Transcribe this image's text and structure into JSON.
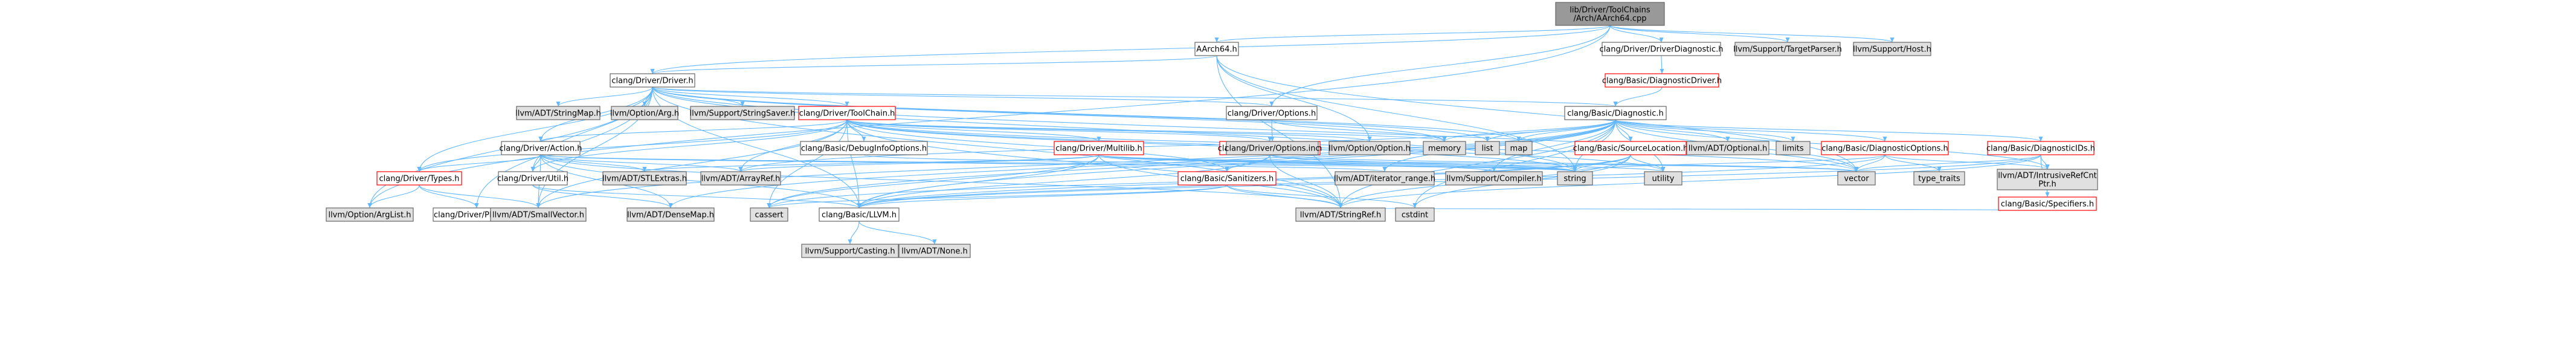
{
  "colors": {
    "root_fill": "#999999",
    "local_fill": "#ffffff",
    "system_fill": "#e0e0e0",
    "node_border": "#666666",
    "node_text": "#000000",
    "edge": "#63b8ff",
    "truncated_border": "#ff0000"
  },
  "nodes": [
    {
      "id": "root",
      "label": [
        "lib/Driver/ToolChains",
        "/Arch/AArch64.cpp"
      ],
      "kind": "root"
    },
    {
      "id": "aarch64_h",
      "label": [
        "AArch64.h"
      ],
      "kind": "local"
    },
    {
      "id": "driverdiag",
      "label": [
        "clang/Driver/DriverDiagnostic.h"
      ],
      "kind": "local"
    },
    {
      "id": "targetparser",
      "label": [
        "llvm/Support/TargetParser.h"
      ],
      "kind": "system"
    },
    {
      "id": "host",
      "label": [
        "llvm/Support/Host.h"
      ],
      "kind": "system"
    },
    {
      "id": "driver",
      "label": [
        "clang/Driver/Driver.h"
      ],
      "kind": "local"
    },
    {
      "id": "diagdriver",
      "label": [
        "clang/Basic/DiagnosticDriver.h"
      ],
      "kind": "truncated"
    },
    {
      "id": "stringmap",
      "label": [
        "llvm/ADT/StringMap.h"
      ],
      "kind": "system"
    },
    {
      "id": "arg",
      "label": [
        "llvm/Option/Arg.h"
      ],
      "kind": "system"
    },
    {
      "id": "stringsaver",
      "label": [
        "llvm/Support/StringSaver.h"
      ],
      "kind": "system"
    },
    {
      "id": "toolchain",
      "label": [
        "clang/Driver/ToolChain.h"
      ],
      "kind": "truncated"
    },
    {
      "id": "options",
      "label": [
        "clang/Driver/Options.h"
      ],
      "kind": "local"
    },
    {
      "id": "diagnostic",
      "label": [
        "clang/Basic/Diagnostic.h"
      ],
      "kind": "local"
    },
    {
      "id": "action",
      "label": [
        "clang/Driver/Action.h"
      ],
      "kind": "local"
    },
    {
      "id": "debuginfo",
      "label": [
        "clang/Basic/DebugInfoOptions.h"
      ],
      "kind": "local"
    },
    {
      "id": "multilib",
      "label": [
        "clang/Driver/Multilib.h"
      ],
      "kind": "truncated"
    },
    {
      "id": "langopts",
      "label": [
        "clang/Basic/LangOptions.h"
      ],
      "kind": "truncated"
    },
    {
      "id": "option",
      "label": [
        "llvm/Option/Option.h"
      ],
      "kind": "system"
    },
    {
      "id": "optionsinc",
      "label": [
        "clang/Driver/Options.inc"
      ],
      "kind": "system"
    },
    {
      "id": "memory",
      "label": [
        "memory"
      ],
      "kind": "system"
    },
    {
      "id": "list",
      "label": [
        "list"
      ],
      "kind": "system"
    },
    {
      "id": "map",
      "label": [
        "map"
      ],
      "kind": "system"
    },
    {
      "id": "sourcelocation",
      "label": [
        "clang/Basic/SourceLocation.h"
      ],
      "kind": "truncated"
    },
    {
      "id": "optional",
      "label": [
        "llvm/ADT/Optional.h"
      ],
      "kind": "system"
    },
    {
      "id": "limits",
      "label": [
        "limits"
      ],
      "kind": "system"
    },
    {
      "id": "diagoptions",
      "label": [
        "clang/Basic/DiagnosticOptions.h"
      ],
      "kind": "truncated"
    },
    {
      "id": "diagids",
      "label": [
        "clang/Basic/DiagnosticIDs.h"
      ],
      "kind": "truncated"
    },
    {
      "id": "types",
      "label": [
        "clang/Driver/Types.h"
      ],
      "kind": "truncated"
    },
    {
      "id": "util",
      "label": [
        "clang/Driver/Util.h"
      ],
      "kind": "local"
    },
    {
      "id": "stlextras",
      "label": [
        "llvm/ADT/STLExtras.h"
      ],
      "kind": "system"
    },
    {
      "id": "arrayref",
      "label": [
        "llvm/ADT/ArrayRef.h"
      ],
      "kind": "system"
    },
    {
      "id": "sanitizers",
      "label": [
        "clang/Basic/Sanitizers.h"
      ],
      "kind": "truncated"
    },
    {
      "id": "iterrange",
      "label": [
        "llvm/ADT/iterator_range.h"
      ],
      "kind": "system"
    },
    {
      "id": "compiler",
      "label": [
        "llvm/Support/Compiler.h"
      ],
      "kind": "system"
    },
    {
      "id": "string",
      "label": [
        "string"
      ],
      "kind": "system"
    },
    {
      "id": "utility",
      "label": [
        "utility"
      ],
      "kind": "system"
    },
    {
      "id": "vector",
      "label": [
        "vector"
      ],
      "kind": "system"
    },
    {
      "id": "typetraits",
      "label": [
        "type_traits"
      ],
      "kind": "system"
    },
    {
      "id": "intrusive",
      "label": [
        "llvm/ADT/IntrusiveRefCnt",
        "Ptr.h"
      ],
      "kind": "system"
    },
    {
      "id": "specifiers",
      "label": [
        "clang/Basic/Specifiers.h"
      ],
      "kind": "truncated"
    },
    {
      "id": "arglist",
      "label": [
        "llvm/Option/ArgList.h"
      ],
      "kind": "system"
    },
    {
      "id": "phases",
      "label": [
        "clang/Driver/Phases.h"
      ],
      "kind": "local"
    },
    {
      "id": "smallvector",
      "label": [
        "llvm/ADT/SmallVector.h"
      ],
      "kind": "system"
    },
    {
      "id": "densemap",
      "label": [
        "llvm/ADT/DenseMap.h"
      ],
      "kind": "system"
    },
    {
      "id": "cassert",
      "label": [
        "cassert"
      ],
      "kind": "system"
    },
    {
      "id": "llvm_h",
      "label": [
        "clang/Basic/LLVM.h"
      ],
      "kind": "local"
    },
    {
      "id": "stringref",
      "label": [
        "llvm/ADT/StringRef.h"
      ],
      "kind": "system"
    },
    {
      "id": "cstdint",
      "label": [
        "cstdint"
      ],
      "kind": "system"
    },
    {
      "id": "casting",
      "label": [
        "llvm/Support/Casting.h"
      ],
      "kind": "system"
    },
    {
      "id": "none",
      "label": [
        "llvm/ADT/None.h"
      ],
      "kind": "system"
    }
  ],
  "edges": [
    [
      "root",
      "aarch64_h"
    ],
    [
      "root",
      "driverdiag"
    ],
    [
      "root",
      "targetparser"
    ],
    [
      "root",
      "host"
    ],
    [
      "root",
      "driver"
    ],
    [
      "root",
      "options"
    ],
    [
      "root",
      "arglist"
    ],
    [
      "aarch64_h",
      "driver"
    ],
    [
      "aarch64_h",
      "option"
    ],
    [
      "aarch64_h",
      "string"
    ],
    [
      "aarch64_h",
      "vector"
    ],
    [
      "aarch64_h",
      "stringref"
    ],
    [
      "driverdiag",
      "diagdriver"
    ],
    [
      "diagdriver",
      "diagnostic"
    ],
    [
      "driver",
      "stringmap"
    ],
    [
      "driver",
      "arg"
    ],
    [
      "driver",
      "stringsaver"
    ],
    [
      "driver",
      "toolchain"
    ],
    [
      "driver",
      "options"
    ],
    [
      "driver",
      "diagnostic"
    ],
    [
      "driver",
      "action"
    ],
    [
      "driver",
      "types"
    ],
    [
      "driver",
      "util"
    ],
    [
      "driver",
      "phases"
    ],
    [
      "driver",
      "llvm_h"
    ],
    [
      "driver",
      "arglist"
    ],
    [
      "driver",
      "stringref"
    ],
    [
      "driver",
      "list"
    ],
    [
      "driver",
      "map"
    ],
    [
      "driver",
      "memory"
    ],
    [
      "driver",
      "string"
    ],
    [
      "driver",
      "vector"
    ],
    [
      "driver",
      "smallvector"
    ],
    [
      "toolchain",
      "debuginfo"
    ],
    [
      "toolchain",
      "multilib"
    ],
    [
      "toolchain",
      "langopts"
    ],
    [
      "toolchain",
      "option"
    ],
    [
      "toolchain",
      "action"
    ],
    [
      "toolchain",
      "types"
    ],
    [
      "toolchain",
      "util"
    ],
    [
      "toolchain",
      "llvm_h"
    ],
    [
      "toolchain",
      "arrayref"
    ],
    [
      "toolchain",
      "smallvector"
    ],
    [
      "toolchain",
      "stringref"
    ],
    [
      "toolchain",
      "memory"
    ],
    [
      "toolchain",
      "string"
    ],
    [
      "toolchain",
      "utility"
    ],
    [
      "toolchain",
      "vector"
    ],
    [
      "toolchain",
      "cassert"
    ],
    [
      "toolchain",
      "sanitizers"
    ],
    [
      "options",
      "optionsinc"
    ],
    [
      "options",
      "memory"
    ],
    [
      "diagnostic",
      "sourcelocation"
    ],
    [
      "diagnostic",
      "optional"
    ],
    [
      "diagnostic",
      "limits"
    ],
    [
      "diagnostic",
      "diagoptions"
    ],
    [
      "diagnostic",
      "diagids"
    ],
    [
      "diagnostic",
      "list"
    ],
    [
      "diagnostic",
      "map"
    ],
    [
      "diagnostic",
      "memory"
    ],
    [
      "diagnostic",
      "string"
    ],
    [
      "diagnostic",
      "utility"
    ],
    [
      "diagnostic",
      "vector"
    ],
    [
      "diagnostic",
      "cassert"
    ],
    [
      "diagnostic",
      "cstdint"
    ],
    [
      "diagnostic",
      "intrusive"
    ],
    [
      "diagnostic",
      "arrayref"
    ],
    [
      "diagnostic",
      "densemap"
    ],
    [
      "diagnostic",
      "stringref"
    ],
    [
      "diagnostic",
      "iterrange"
    ],
    [
      "diagnostic",
      "compiler"
    ],
    [
      "diagnostic",
      "smallvector"
    ],
    [
      "diagnostic",
      "llvm_h"
    ],
    [
      "action",
      "types"
    ],
    [
      "action",
      "util"
    ],
    [
      "action",
      "stlextras"
    ],
    [
      "action",
      "arrayref"
    ],
    [
      "action",
      "smallvector"
    ],
    [
      "action",
      "stringref"
    ],
    [
      "action",
      "llvm_h"
    ],
    [
      "action",
      "string"
    ],
    [
      "action",
      "densemap"
    ],
    [
      "action",
      "iterrange"
    ],
    [
      "debuginfo",
      "string"
    ],
    [
      "multilib",
      "llvm_h"
    ],
    [
      "multilib",
      "arrayref"
    ],
    [
      "multilib",
      "stlextras"
    ],
    [
      "multilib",
      "stringref"
    ],
    [
      "multilib",
      "compiler"
    ],
    [
      "multilib",
      "cassert"
    ],
    [
      "multilib",
      "string"
    ],
    [
      "multilib",
      "utility"
    ],
    [
      "multilib",
      "vector"
    ],
    [
      "langopts",
      "sanitizers"
    ],
    [
      "langopts",
      "llvm_h"
    ],
    [
      "langopts",
      "string"
    ],
    [
      "langopts",
      "vector"
    ],
    [
      "langopts",
      "stringref"
    ],
    [
      "sourcelocation",
      "llvm_h"
    ],
    [
      "sourcelocation",
      "string"
    ],
    [
      "sourcelocation",
      "utility"
    ],
    [
      "sourcelocation",
      "cassert"
    ],
    [
      "sourcelocation",
      "cstdint"
    ],
    [
      "sourcelocation",
      "stringref"
    ],
    [
      "diagoptions",
      "llvm_h"
    ],
    [
      "diagoptions",
      "intrusive"
    ],
    [
      "diagoptions",
      "string"
    ],
    [
      "diagoptions",
      "typetraits"
    ],
    [
      "diagoptions",
      "vector"
    ],
    [
      "diagids",
      "llvm_h"
    ],
    [
      "diagids",
      "intrusive"
    ],
    [
      "diagids",
      "stringref"
    ],
    [
      "diagids",
      "vector"
    ],
    [
      "diagids",
      "specifiers"
    ],
    [
      "specifiers",
      "stringref"
    ],
    [
      "types",
      "phases"
    ],
    [
      "types",
      "smallvector"
    ],
    [
      "types",
      "arglist"
    ],
    [
      "util",
      "densemap"
    ],
    [
      "util",
      "llvm_h"
    ],
    [
      "sanitizers",
      "llvm_h"
    ],
    [
      "sanitizers",
      "stringref"
    ],
    [
      "sanitizers",
      "cassert"
    ],
    [
      "sanitizers",
      "cstdint"
    ],
    [
      "llvm_h",
      "casting"
    ],
    [
      "llvm_h",
      "none"
    ]
  ]
}
